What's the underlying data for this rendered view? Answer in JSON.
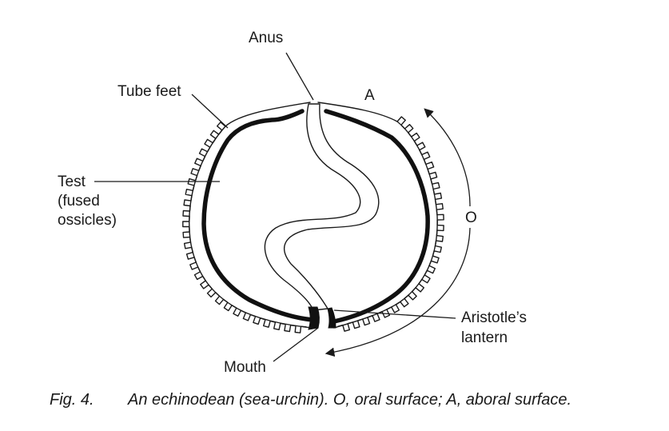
{
  "labels": {
    "anus": "Anus",
    "aboral": "A",
    "tube_feet": "Tube feet",
    "test_line1": "Test",
    "test_line2": "(fused",
    "test_line3": "ossicles)",
    "oral": "O",
    "lantern_line1": "Aristotle’s",
    "lantern_line2": "lantern",
    "mouth": "Mouth"
  },
  "caption": {
    "number": "Fig. 4.",
    "text": "An echinodean (sea-urchin). O, oral surface; A, aboral surface."
  }
}
